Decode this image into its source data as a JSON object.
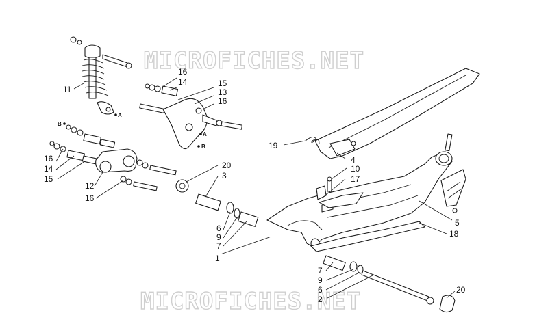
{
  "watermark": {
    "top": "MICROFICHES.NET",
    "bottom": "MICROFICHES.NET"
  },
  "labels": {
    "l11": "11",
    "l16a": "16",
    "l14a": "14",
    "l15a": "15",
    "l13": "13",
    "l16b": "16",
    "l16c": "16",
    "l14b": "14",
    "l15b": "15",
    "l12": "12",
    "l16d": "16",
    "l20a": "20",
    "l3": "3",
    "l6a": "6",
    "l9a": "9",
    "l7a": "7",
    "l1": "1",
    "l19": "19",
    "l4": "4",
    "l10": "10",
    "l17": "17",
    "l5": "5",
    "l18": "18",
    "l7b": "7",
    "l9b": "9",
    "l6b": "6",
    "l2": "2",
    "l20b": "20"
  },
  "refs": {
    "a1": "A",
    "a2": "A",
    "b1": "B",
    "b2": "B"
  }
}
